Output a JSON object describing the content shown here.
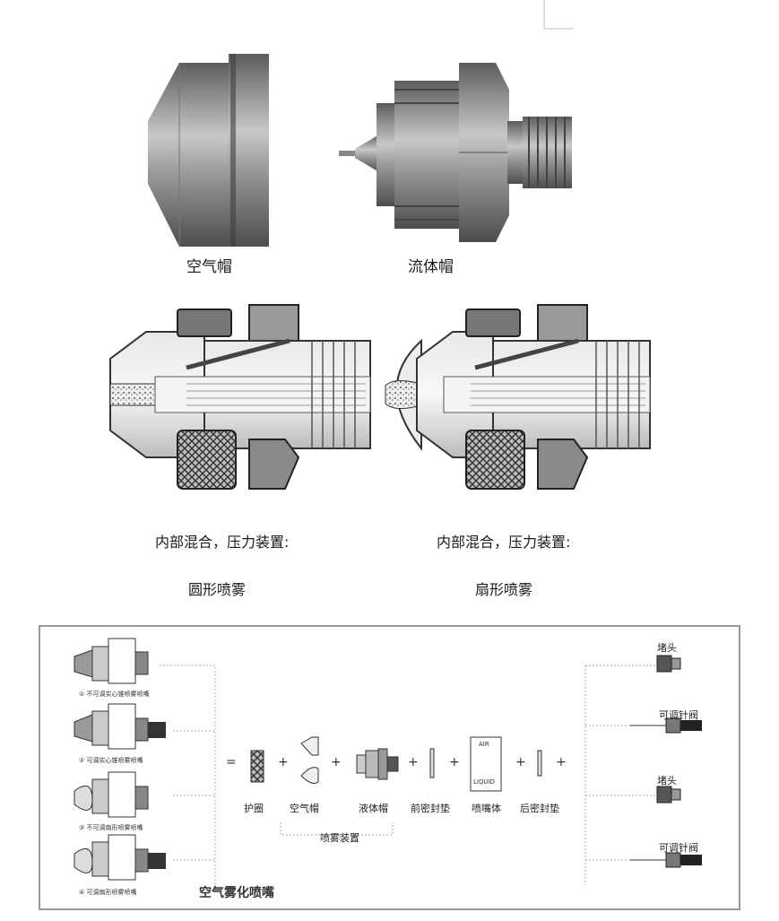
{
  "photos": {
    "air_cap_label": "空气帽",
    "fluid_cap_label": "流体帽"
  },
  "sections": {
    "left_title": "内部混合，压力装置:",
    "left_subtitle": "圆形喷雾",
    "right_title": "内部混合，压力装置:",
    "right_subtitle": "扇形喷雾"
  },
  "diagram": {
    "title": "空气雾化喷嘴",
    "variants": [
      "① 不可调实心锥喷雾喷嘴",
      "② 可调实心锥喷雾喷嘴",
      "③ 不可调扇形喷雾喷嘴",
      "④ 可调扇形喷雾喷嘴"
    ],
    "equals": "=",
    "plus": "+",
    "parts": [
      "护圈",
      "空气帽",
      "液体帽",
      "前密封垫",
      "喷嘴体",
      "后密封垫"
    ],
    "group_label": "喷雾装置",
    "body_air": "AIR",
    "body_liquid": "LIQUID",
    "right_items": [
      "堵头",
      "可调针阀",
      "堵头",
      "可调针阀"
    ]
  }
}
